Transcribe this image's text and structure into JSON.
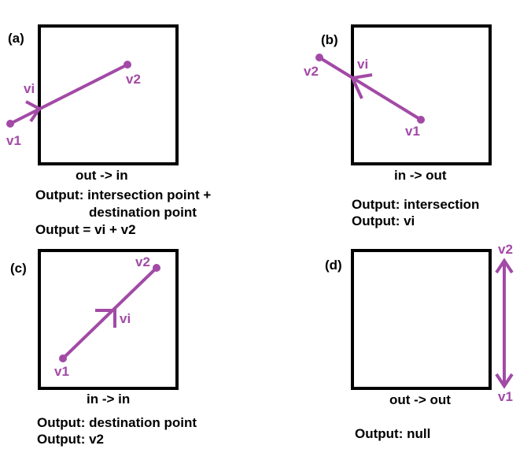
{
  "colors": {
    "accent": "#a24aa6",
    "ink": "#000000"
  },
  "panels": {
    "a": {
      "letter": "(a)",
      "caption": "out -> in",
      "output_line1": "Output: intersection point +",
      "output_line2": "destination point",
      "output_line3": "Output = vi + v2",
      "v1": "v1",
      "v2": "v2",
      "vi": "vi"
    },
    "b": {
      "letter": "(b)",
      "caption": "in -> out",
      "output_line1": "Output: intersection",
      "output_line2": "Output: vi",
      "v1": "v1",
      "v2": "v2",
      "vi": "vi"
    },
    "c": {
      "letter": "(c)",
      "caption": "in -> in",
      "output_line1": "Output: destination point",
      "output_line2": "Output: v2",
      "v1": "v1",
      "v2": "v2",
      "vi": "vi"
    },
    "d": {
      "letter": "(d)",
      "caption": "out -> out",
      "output_line1": "Output: null",
      "v1": "v1",
      "v2": "v2"
    }
  }
}
